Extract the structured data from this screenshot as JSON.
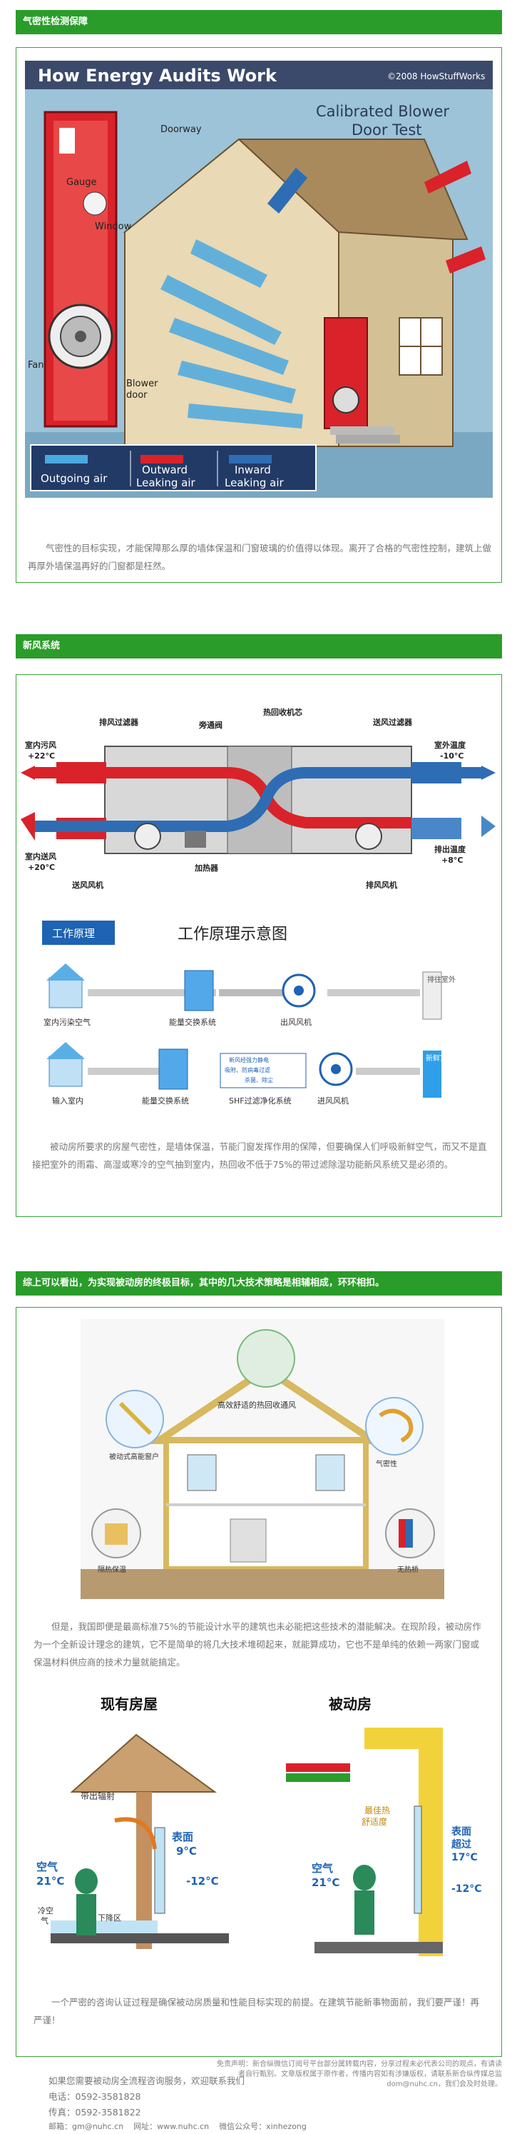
{
  "sections": {
    "airtight": {
      "title": "气密性检测保障",
      "figure": {
        "title": "How Energy Audits Work",
        "copyright": "©2008 HowStuffWorks",
        "subtitle_line1": "Calibrated Blower",
        "subtitle_line2": "Door Test",
        "label_gauge": "Gauge",
        "label_doorway": "Doorway",
        "label_window": "Window",
        "label_fan": "Fan",
        "label_blower_door_1": "Blower",
        "label_blower_door_2": "door",
        "legend_outgoing": "Outgoing air",
        "legend_outward_1": "Outward",
        "legend_outward_2": "Leaking air",
        "legend_inward_1": "Inward",
        "legend_inward_2": "Leaking air"
      },
      "paragraph": "气密性的目标实现，才能保障那么厚的墙体保温和门窗玻璃的价值得以体现。离开了合格的气密性控制，建筑上做再厚外墙保温再好的门窗都是枉然。"
    },
    "fresh_air": {
      "title": "新风系统",
      "diagram": {
        "exhaust_filter": "排风过滤器",
        "bypass_valve": "旁通阀",
        "heat_core": "热回收机芯",
        "supply_filter": "送风过滤器",
        "outdoor_temp_label": "室外温度",
        "outdoor_temp_value": "-10°C",
        "indoor_return_label": "室内污风",
        "indoor_return_value": "+22°C",
        "indoor_supply_label": "室内送风",
        "indoor_supply_value": "+20°C",
        "exhaust_out_label": "排出温度",
        "exhaust_out_value": "+8°C",
        "supply_fan": "送风风机",
        "heater": "加热器",
        "exhaust_fan": "排风风机"
      },
      "principle": {
        "badge": "工作原理",
        "title": "工作原理示意图",
        "indoor_dirty": "室内污染空气",
        "exchange_system_1": "能量交换系统",
        "exhaust_fan": "出风风机",
        "discharge": "排往室外",
        "supply_room": "输入室内",
        "exchange_system_2": "能量交换系统",
        "shf_system": "SHF过滤净化系统",
        "intake_fan": "进风风机",
        "fresh_outdoor": "新鲜室外空气",
        "shf_line1": "新风经强力静电",
        "shf_line2": "吸附、防病毒过滤",
        "shf_line3": "杀菌、除尘"
      },
      "paragraph": "被动房所要求的房屋气密性，是墙体保温，节能门窗发挥作用的保障，但要确保人们呼吸新鲜空气，而又不是直接把室外的雨霜、高湿或寒冷的空气抽到室内，热回收不低于75%的带过滤除湿功能新风系统又是必须的。"
    },
    "summary": {
      "title": "综上可以看出，为实现被动房的终极目标，其中的几大技术策略是相辅相成，环环相扣。",
      "house": {
        "top_label": "高效舒适的热回收通风",
        "left_label": "被动式高能窗户",
        "bottom_left_label": "隔热保温",
        "right_label": "气密性",
        "bottom_right_label": "无热桥"
      },
      "paragraph": "但是，我国即便是最高标准75%的节能设计水平的建筑也未必能把这些技术的潜能解决。在现阶段，被动房作为一个全新设计理念的建筑，它不是简单的将几大技术堆砌起来，就能算成功，它也不是单纯的依赖一两家门窗或保温材料供应商的技术力量就能搞定。",
      "compare": {
        "left_title": "现有房屋",
        "right_title": "被动房",
        "left_radiation": "带出辐射",
        "left_surface": "表面",
        "left_surface_temp": "9°C",
        "left_outside": "-12°C",
        "left_air": "空气",
        "left_air_temp": "21°C",
        "left_cold_1": "冷空",
        "left_cold_2": "气",
        "left_cold_3": "下降区",
        "right_best": "最佳热",
        "right_comfort": "舒适度",
        "right_surface": "表面",
        "right_surface_over": "超过",
        "right_surface_temp": "17°C",
        "right_outside": "-12°C",
        "right_air": "空气",
        "right_air_temp": "21°C"
      },
      "paragraph2": "一个严密的咨询认证过程是确保被动房质量和性能目标实现的前提。在建筑节能新事物面前，我们要严谨！再严谨！",
      "contact": {
        "intro": "如果您需要被动房全流程咨询服务，欢迎联系我们",
        "phone": "电话：0592-3581828",
        "fax": "传真：0592-3581822",
        "email": "邮箱：gm@nuhc.cn",
        "website": "网址：www.nuhc.cn",
        "wechat": "微信公众号：xinhezong"
      }
    }
  },
  "disclaimer": "免责声明：新合纵微信订阅号平台部分属转载内容，分享过程未必代表公司的观点，有请读者自行甄别。文章版权属于原作者，传播内容如有涉嫌版权，请联系新合纵传媒总监 dom@nuhc.cn，我们会及时处理。",
  "colors": {
    "green": "#2a9c2a",
    "red": "#d9222a",
    "blue": "#2e6db4",
    "light_blue": "#4aa8e0"
  }
}
